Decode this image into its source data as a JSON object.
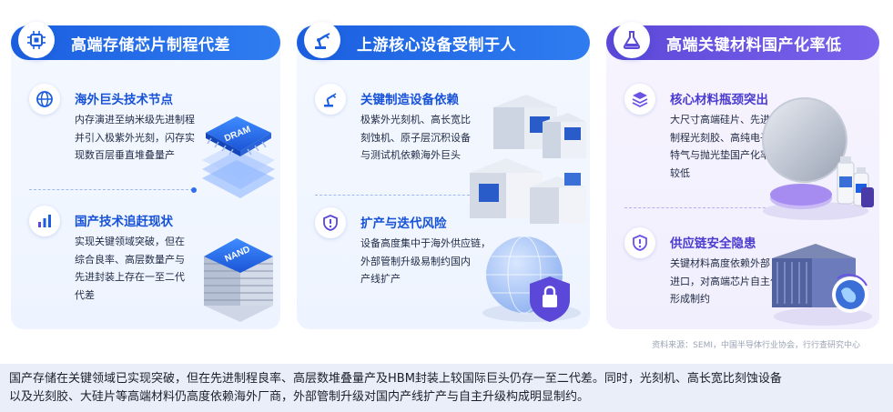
{
  "panels": [
    {
      "title": "高端存储芯片制程代差",
      "header_icon": "chip-icon",
      "sections": [
        {
          "icon": "globe-icon",
          "title": "海外巨头技术节点",
          "lines": [
            "内存演进至纳米级先进制程",
            "并引入极紫外光刻，闪存实",
            "现数百层垂直堆叠量产"
          ]
        },
        {
          "icon": "bar-chart-icon",
          "title": "国产技术追赶现状",
          "lines": [
            "实现关键领域突破，但在",
            "综合良率、高层数量产与",
            "先进封装上存在一至二代",
            "代差"
          ]
        }
      ],
      "chip_labels": [
        "DRAM",
        "NAND"
      ]
    },
    {
      "title": "上游核心设备受制于人",
      "header_icon": "robot-arm-icon",
      "sections": [
        {
          "icon": "robot-arm-icon",
          "title": "关键制造设备依赖",
          "lines": [
            "极紫外光刻机、高长宽比",
            "刻蚀机、原子层沉积设备",
            "与测试机依赖海外巨头"
          ]
        },
        {
          "icon": "shield-alert-icon",
          "title": "扩产与迭代风险",
          "lines": [
            "设备高度集中于海外供应链，",
            "外部管制升级易制约国内",
            "产线扩产"
          ]
        }
      ]
    },
    {
      "title": "高端关键材料国产化率低",
      "header_icon": "flask-icon",
      "sections": [
        {
          "icon": "layers-icon",
          "title": "核心材料瓶颈突出",
          "lines": [
            "大尺寸高端硅片、先进",
            "制程光刻胶、高纯电子",
            "特气与抛光垫国产化率",
            "较低"
          ]
        },
        {
          "icon": "shield-alert-icon",
          "title": "供应链安全隐患",
          "lines": [
            "关键材料高度依赖外部",
            "进口，对高端芯片自主化",
            "形成制约"
          ]
        }
      ]
    }
  ],
  "source": "资料来源：SEMI，中国半导体行业协会，行行查研究中心",
  "footer": {
    "line1": "国产存储在关键领域已实现突破，但在先进制程良率、高层数堆叠量产及HBM封装上较国际巨头仍存一至二代差。同时，光刻机、高长宽比刻蚀设备",
    "line2": "以及光刻胶、大硅片等高端材料仍高度依赖海外厂商，外部管制升级对国内产线扩产与自主升级构成明显制约。"
  },
  "colors": {
    "blue_header": "#1b5fe0",
    "purple_header": "#5b47d8",
    "blue_title": "#1652d8",
    "purple_title": "#4b3ccf",
    "footer_bg": "#e9eef8"
  }
}
